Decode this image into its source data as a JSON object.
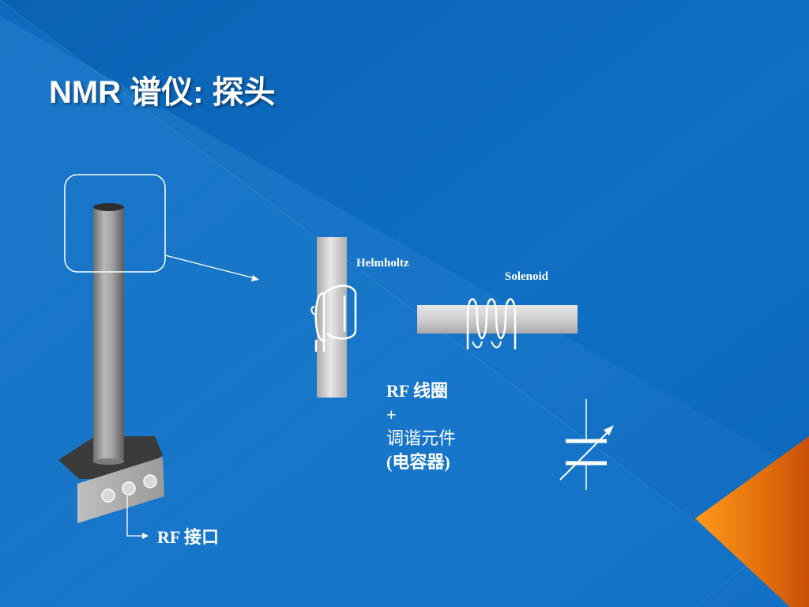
{
  "slide": {
    "title": "NMR 谱仪: 探头"
  },
  "labels": {
    "helmholtz": "Helmholtz",
    "solenoid": "Solenoid",
    "rf_coil_lines": [
      "RF 线圈",
      "+",
      "调谐元件",
      "(电容器)"
    ],
    "rf_port": "RF 接口"
  },
  "colors": {
    "background_blue": "#0e6ec2",
    "background_light_blue": "#1a7fd0",
    "accent_orange": "#e87a10",
    "text": "#ffffff",
    "probe_gray": "#9a9a9a",
    "probe_base_dark": "#3a3a3a"
  },
  "icons": [
    "probe-illustration",
    "callout-frame",
    "helmholtz-coil-icon",
    "solenoid-coil-icon",
    "variable-capacitor-icon",
    "connector-arrow-icon"
  ]
}
